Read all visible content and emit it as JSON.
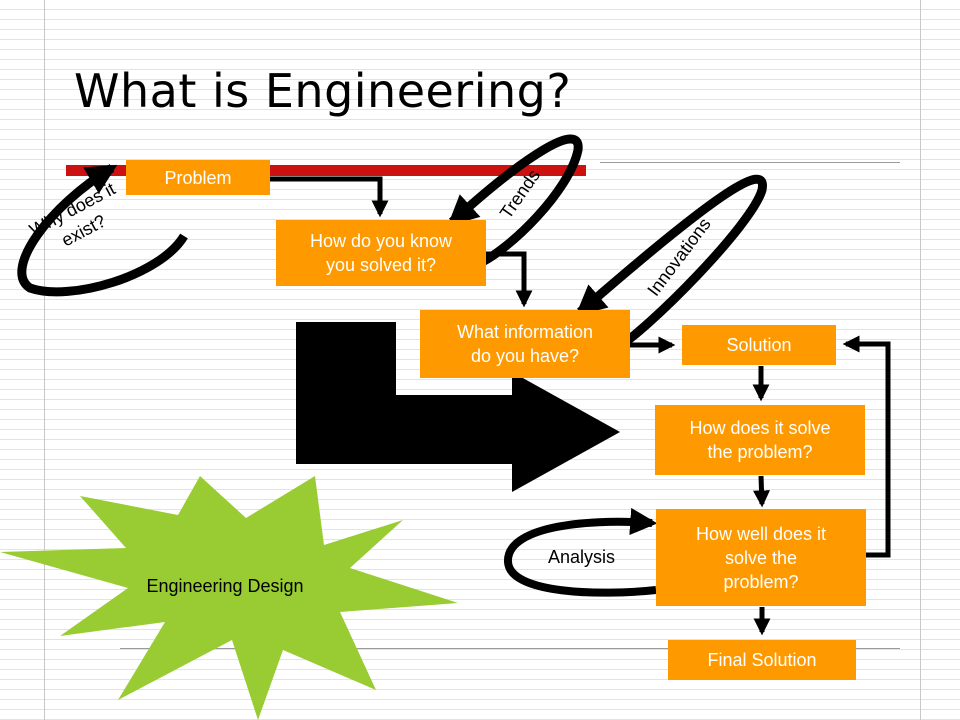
{
  "slide": {
    "title": "What is Engineering?"
  },
  "boxes": {
    "problem": "Problem",
    "how_know_line1": "How do you know",
    "how_know_line2": "you solved it?",
    "info_line1": "What information",
    "info_line2": "do you have?",
    "solution": "Solution",
    "how_solve_line1": "How does it solve",
    "how_solve_line2": "the problem?",
    "how_well_line1": "How well does it",
    "how_well_line2": "solve the",
    "how_well_line3": "problem?",
    "final": "Final Solution"
  },
  "loop_labels": {
    "why_line1": "Why does it",
    "why_line2": "exist?",
    "trends": "Trends",
    "innovations": "Innovations",
    "analysis": "Analysis"
  },
  "burst": {
    "label": "Engineering Design"
  },
  "colors": {
    "box_fill": "#ff9900",
    "box_text": "#ffffff",
    "burst_fill": "#99cc33",
    "arrow": "#000000",
    "red_bar": "#cc1111"
  }
}
